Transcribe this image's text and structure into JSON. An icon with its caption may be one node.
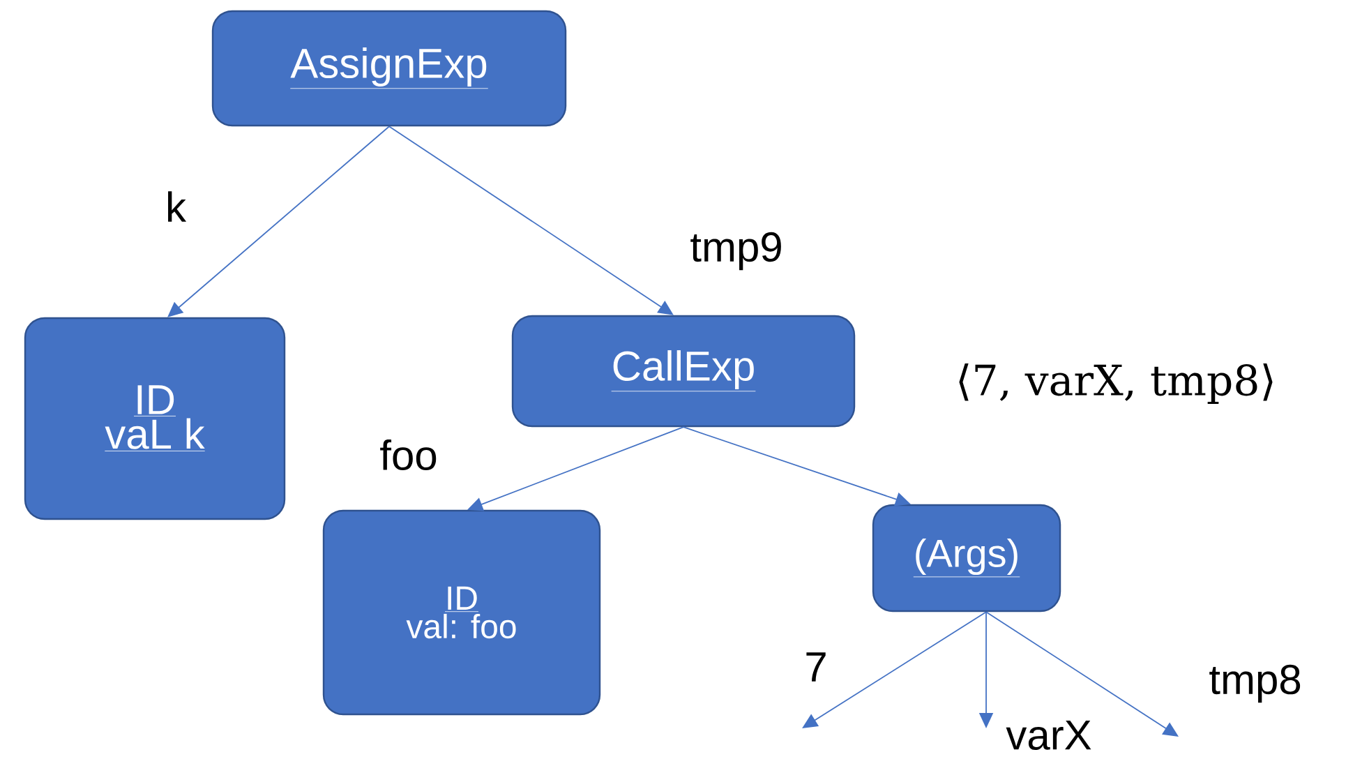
{
  "diagram": {
    "nodes": [
      {
        "text": [
          "AssignExp"
        ]
      },
      {
        "text": [
          "ID",
          "vaL k"
        ]
      },
      {
        "text": [
          "CallExp"
        ]
      },
      {
        "text": [
          "ID",
          "val: foo"
        ]
      },
      {
        "text": [
          "(Args)"
        ]
      }
    ],
    "edges": [
      {
        "from": 0,
        "to": 1,
        "arrow": "to",
        "label": "k"
      },
      {
        "from": 0,
        "to": 2,
        "arrow": "to",
        "label": "tmp9"
      },
      {
        "from": 2,
        "to": 3,
        "arrow": "to",
        "label": "foo"
      },
      {
        "from": 2,
        "to": 4,
        "arrow": "to",
        "label": "⟨7, varX, tmp8⟩"
      },
      {
        "from": 4,
        "to": null,
        "arrow": "to",
        "label": "7"
      },
      {
        "from": 4,
        "to": null,
        "arrow": "to",
        "label": "varX"
      },
      {
        "from": 4,
        "to": null,
        "arrow": "to",
        "label": "tmp8"
      }
    ]
  }
}
